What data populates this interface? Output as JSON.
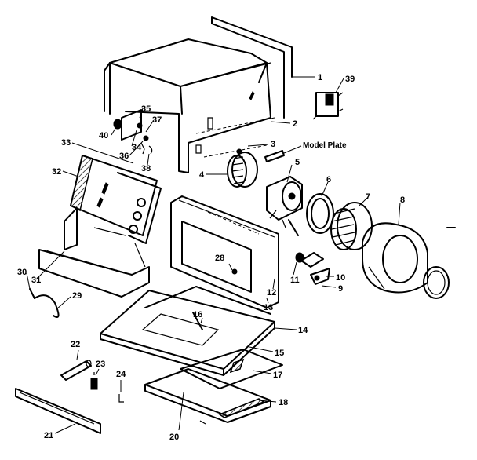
{
  "diagram": {
    "labels": [
      {
        "id": "p1",
        "text": "1"
      },
      {
        "id": "p2",
        "text": "2"
      },
      {
        "id": "p3",
        "text": "3"
      },
      {
        "id": "p4",
        "text": "4"
      },
      {
        "id": "p5",
        "text": "5"
      },
      {
        "id": "p6",
        "text": "6"
      },
      {
        "id": "p7",
        "text": "7"
      },
      {
        "id": "p8",
        "text": "8"
      },
      {
        "id": "p9",
        "text": "9"
      },
      {
        "id": "p10",
        "text": "10"
      },
      {
        "id": "p11",
        "text": "11"
      },
      {
        "id": "p12",
        "text": "12"
      },
      {
        "id": "p13",
        "text": "13"
      },
      {
        "id": "p14",
        "text": "14"
      },
      {
        "id": "p15",
        "text": "15"
      },
      {
        "id": "p16",
        "text": "16"
      },
      {
        "id": "p17",
        "text": "17"
      },
      {
        "id": "p18",
        "text": "18"
      },
      {
        "id": "p20",
        "text": "20"
      },
      {
        "id": "p21",
        "text": "21"
      },
      {
        "id": "p22",
        "text": "22"
      },
      {
        "id": "p23",
        "text": "23"
      },
      {
        "id": "p24",
        "text": "24"
      },
      {
        "id": "p28",
        "text": "28"
      },
      {
        "id": "p29",
        "text": "29"
      },
      {
        "id": "p30",
        "text": "30"
      },
      {
        "id": "p31",
        "text": "31"
      },
      {
        "id": "p32",
        "text": "32"
      },
      {
        "id": "p33",
        "text": "33"
      },
      {
        "id": "p34",
        "text": "34"
      },
      {
        "id": "p35",
        "text": "35"
      },
      {
        "id": "p36",
        "text": "36"
      },
      {
        "id": "p37",
        "text": "37"
      },
      {
        "id": "p38",
        "text": "38"
      },
      {
        "id": "p39",
        "text": "39"
      },
      {
        "id": "p40",
        "text": "40"
      },
      {
        "id": "model",
        "text": "Model Plate"
      }
    ]
  }
}
